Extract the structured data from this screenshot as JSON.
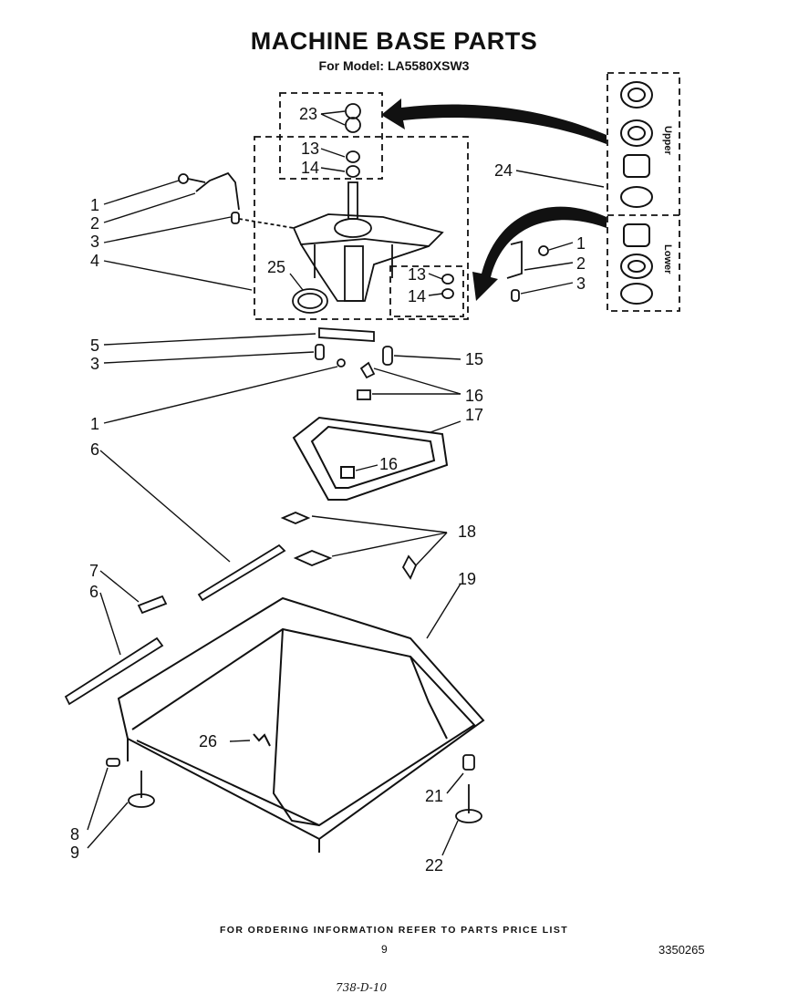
{
  "header": {
    "title": "MACHINE BASE PARTS",
    "model": "For Model: LA5580XSW3"
  },
  "inset": {
    "upper_label": "Upper",
    "lower_label": "Lower"
  },
  "callouts": {
    "c23": "23",
    "c13a": "13",
    "c14a": "14",
    "c24": "24",
    "c25": "25",
    "c1a": "1",
    "c2a": "2",
    "c3a": "3",
    "c4": "4",
    "c1b": "1",
    "c2b": "2",
    "c3b": "3",
    "c13b": "13",
    "c14b": "14",
    "c5": "5",
    "c3c": "3",
    "c15": "15",
    "c1c": "1",
    "c16a": "16",
    "c17": "17",
    "c16b": "16",
    "c6a": "6",
    "c18": "18",
    "c7": "7",
    "c6b": "6",
    "c19": "19",
    "c26": "26",
    "c21": "21",
    "c8": "8",
    "c9": "9",
    "c22": "22"
  },
  "footer": {
    "ordering_note": "FOR ORDERING INFORMATION REFER TO PARTS PRICE LIST",
    "page": "9",
    "doc_number": "3350265",
    "handwritten": "738-D-10"
  }
}
